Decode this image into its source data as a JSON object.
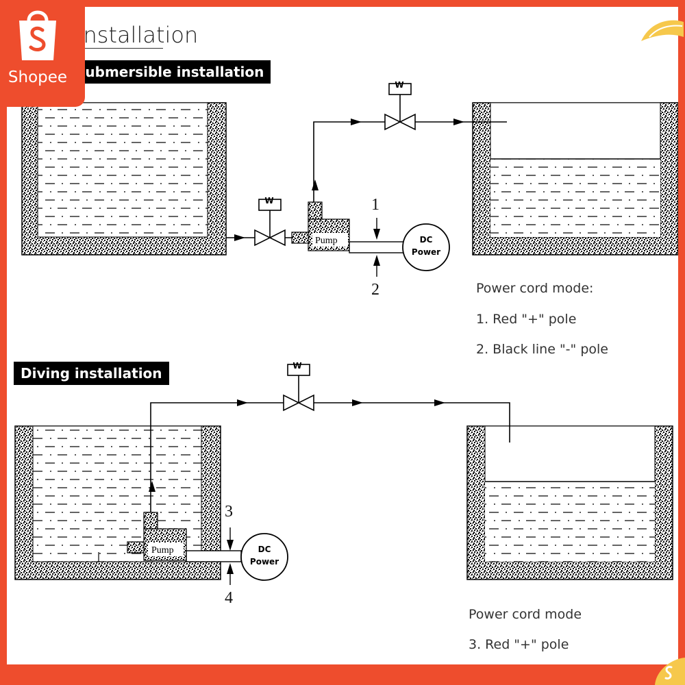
{
  "header": {
    "title": "Installation",
    "submersible_label": "Submersible installation",
    "diving_label": "Diving installation"
  },
  "diagram": {
    "valve_letter": "W",
    "pump_label": "Pump",
    "power_line1": "DC",
    "power_line2": "Power",
    "callouts": [
      "1",
      "2",
      "3",
      "4"
    ]
  },
  "notes": {
    "top": {
      "heading": "Power cord mode:",
      "items": [
        "1. Red \"+\" pole",
        "2. Black line \"-\" pole"
      ]
    },
    "bottom": {
      "heading": "Power cord mode",
      "items": [
        "3. Red \"+\" pole"
      ]
    }
  },
  "brand": {
    "name": "Shopee",
    "color": "#ee4d2d"
  }
}
